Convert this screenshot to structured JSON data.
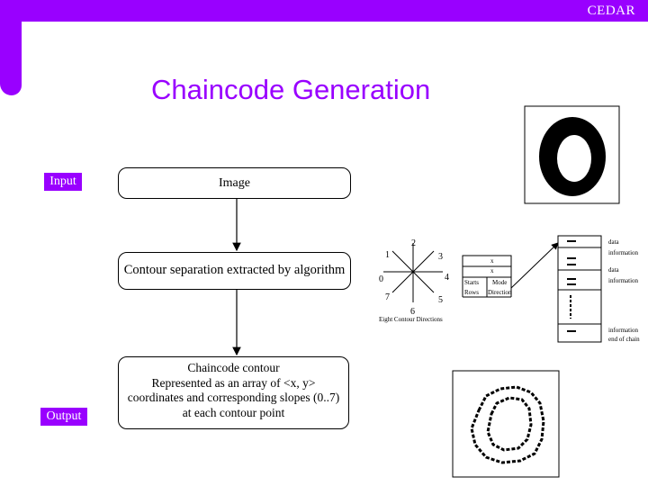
{
  "header": {
    "brand": "CEDAR",
    "title": "Chaincode Generation",
    "accent": "#9900ff"
  },
  "labels": {
    "input": "Input",
    "output": "Output"
  },
  "flow": {
    "image": "Image",
    "contour_separation": "Contour separation extracted by algorithm",
    "chaincode_lines": [
      "Chaincode contour",
      "Represented as an array of <x, y>",
      "coordinates and corresponding slopes (0..7)",
      "at each contour point"
    ]
  },
  "directions": {
    "numbers": [
      "0",
      "1",
      "2",
      "3",
      "4",
      "5",
      "6",
      "7"
    ],
    "caption": "Eight Contour Directions"
  },
  "structure": {
    "x_labels": [
      "x",
      "x"
    ],
    "node_labels": [
      "Starts",
      "Rows",
      "Mode",
      "Direction"
    ],
    "info_labels": [
      "data",
      "information",
      "data",
      "information",
      "information",
      "end of chain"
    ]
  },
  "images": {
    "filled_digit": "digit zero",
    "contour_digit": "digit zero contour"
  }
}
